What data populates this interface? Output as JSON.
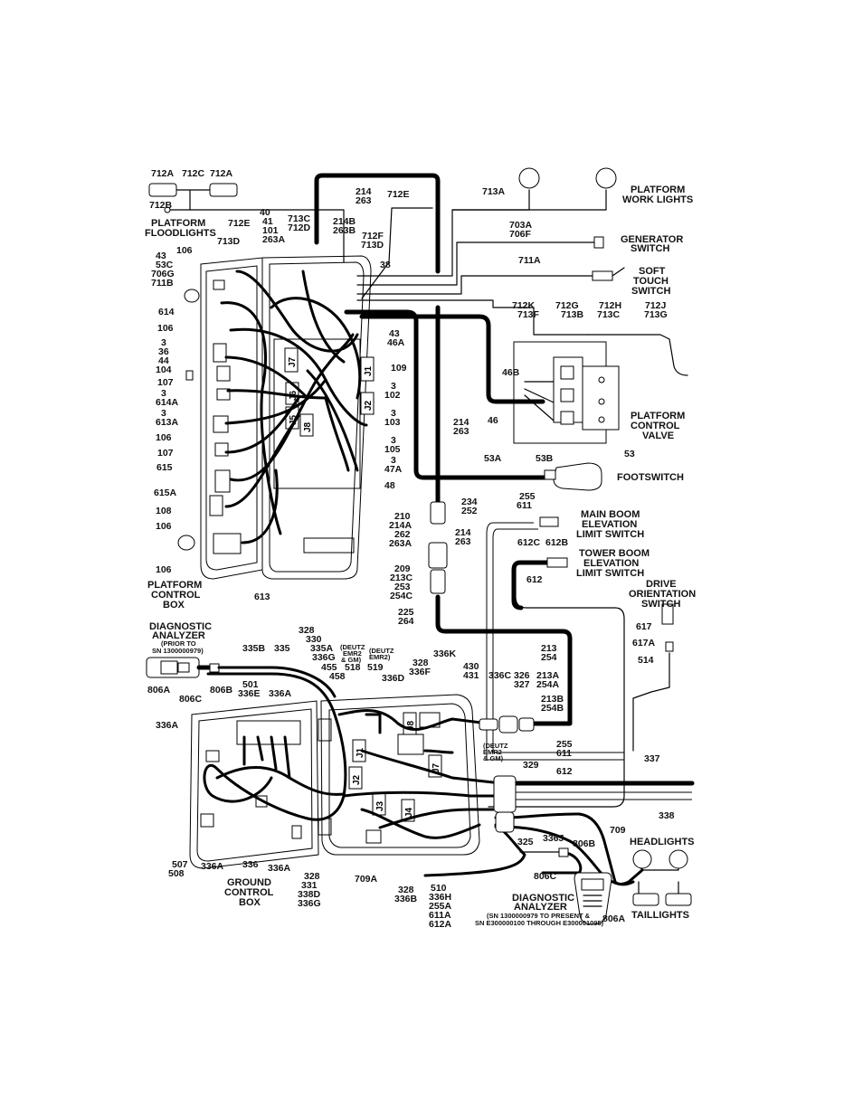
{
  "diagram": {
    "platform_labels": {
      "712A_l": "712A",
      "712C": "712C",
      "712A_r": "712A",
      "712B": "712B",
      "platform_floodlights": [
        "PLATFORM",
        "FLOODLIGHTS"
      ],
      "712E_a": "712E",
      "40": "40",
      "41": "41",
      "101": "101",
      "263A_a": "263A",
      "713C": "713C",
      "712D": "712D",
      "214B": "214B",
      "263B": "263B",
      "214_top": "214",
      "263_top": "263",
      "712E_b": "712E",
      "713A": "713A",
      "platform_work_lights": [
        "PLATFORM",
        "WORK LIGHTS"
      ],
      "703A": "703A",
      "706F": "706F",
      "generator_switch": [
        "GENERATOR",
        "SWITCH"
      ],
      "711A": "711A",
      "soft_touch_switch": [
        "SOFT",
        "TOUCH",
        "SWITCH"
      ],
      "712F": "712F",
      "713D_a": "713D",
      "713D_b": "713D",
      "38": "38",
      "712K": "712K",
      "713F": "713F",
      "712G": "712G",
      "713B": "713B",
      "712H": "712H",
      "713C_b": "713C",
      "712J": "712J",
      "713G": "713G",
      "106_a": "106",
      "group_43": [
        "43",
        "53C",
        "706G",
        "711B"
      ],
      "614": "614",
      "106_b": "106",
      "group_3_36": [
        "3",
        "36",
        "44",
        "104"
      ],
      "107_a": "107",
      "group_3_614A": [
        "3",
        "614A"
      ],
      "group_3_613A": [
        "3",
        "613A"
      ],
      "106_c": "106",
      "107_b": "107",
      "615": "615",
      "615A": "615A",
      "108": "108",
      "106_d": "106",
      "106_e": "106",
      "613": "613",
      "platform_control_box": [
        "PLATFORM",
        "CONTROL",
        "BOX"
      ],
      "43_46A": [
        "43",
        "46A"
      ],
      "109": "109",
      "3_102": [
        "3",
        "102"
      ],
      "3_103": [
        "3",
        "103"
      ],
      "3_105": [
        "3",
        "105"
      ],
      "3_47A": [
        "3",
        "47A"
      ],
      "48": "48",
      "46B": "46B",
      "46": "46",
      "platform_control_valve": [
        "PLATFORM",
        "CONTROL",
        "VALVE"
      ],
      "214_263_mid": [
        "214",
        "263"
      ],
      "53A": "53A",
      "53B": "53B",
      "53": "53",
      "footswitch": "FOOTSWITCH",
      "234_252": [
        "234",
        "252"
      ],
      "group_210": [
        "210",
        "214A",
        "262",
        "263A"
      ],
      "214_263_low": [
        "214",
        "263"
      ],
      "group_209": [
        "209",
        "213C",
        "253",
        "254C"
      ],
      "225_264": [
        "225",
        "264"
      ],
      "255_611_top": [
        "255",
        "611"
      ],
      "main_boom_switch": [
        "MAIN BOOM",
        "ELEVATION",
        "LIMIT SWITCH"
      ],
      "612C": "612C",
      "612B": "612B",
      "tower_boom_switch": [
        "TOWER BOOM",
        "ELEVATION",
        "LIMIT SWITCH"
      ],
      "612_a": "612",
      "drive_orientation_switch": [
        "DRIVE",
        "ORIENTATION",
        "SWITCH"
      ],
      "617": "617",
      "617A": "617A",
      "514": "514"
    },
    "ground_labels": {
      "diag_analyzer_top": [
        "DIAGNOSTIC",
        "ANALYZER"
      ],
      "diag_analyzer_top_note": [
        "(PRIOR TO",
        "SN 1300000979)"
      ],
      "335B": "335B",
      "335": "335",
      "806A_a": "806A",
      "806C_a": "806C",
      "806B_a": "806B",
      "group_328": [
        "328",
        "330",
        "335A",
        "336G"
      ],
      "deutz_gm": [
        "(DEUTZ",
        "EMR2",
        "& GM)"
      ],
      "deutz_emr2": [
        "(DEUTZ",
        "EMR2)"
      ],
      "518": "518",
      "519": "519",
      "455": "455",
      "458": "458",
      "336D": "336D",
      "328_336F": [
        "328",
        "336F"
      ],
      "336K": "336K",
      "430_431": [
        "430",
        "431"
      ],
      "213_254": [
        "213",
        "254"
      ],
      "336C": "336C",
      "326_327": [
        "326",
        "327"
      ],
      "213A_254A": [
        "213A",
        "254A"
      ],
      "213B_254B": [
        "213B",
        "254B"
      ],
      "501_336E": [
        "501",
        "336E"
      ],
      "336A_a": "336A",
      "336A_b": "336A",
      "deutz_emr2_gm": [
        "(DEUTZ",
        "EMR2",
        "& GM)"
      ],
      "255_611_low": [
        "255",
        "611"
      ],
      "612_b": "612",
      "329": "329",
      "337": "337",
      "338": "338",
      "709": "709",
      "336J": "336J",
      "806B_b": "806B",
      "325": "325",
      "headlights": "HEADLIGHTS",
      "806C_b": "806C",
      "507_508": [
        "507",
        "508"
      ],
      "336A_c": "336A",
      "336": "336",
      "336A_d": "336A",
      "ground_control_box": [
        "GROUND",
        "CONTROL",
        "BOX"
      ],
      "group_328b": [
        "328",
        "331",
        "338D",
        "336G"
      ],
      "709A": "709A",
      "328_336B": [
        "328",
        "336B"
      ],
      "group_510": [
        "510",
        "336H",
        "255A",
        "611A",
        "612A"
      ],
      "diag_analyzer_bottom": [
        "DIAGNOSTIC",
        "ANALYZER"
      ],
      "diag_analyzer_bottom_note": [
        "(SN 1300000979 TO PRESENT &",
        "SN E300000100 THROUGH E300001095)"
      ],
      "806A_b": "806A",
      "taillights": "TAILLIGHTS"
    },
    "connectors": [
      "J7",
      "J1",
      "J6",
      "J2",
      "J5",
      "J8",
      "J8",
      "J1",
      "J7",
      "J2",
      "J3",
      "J4"
    ]
  }
}
